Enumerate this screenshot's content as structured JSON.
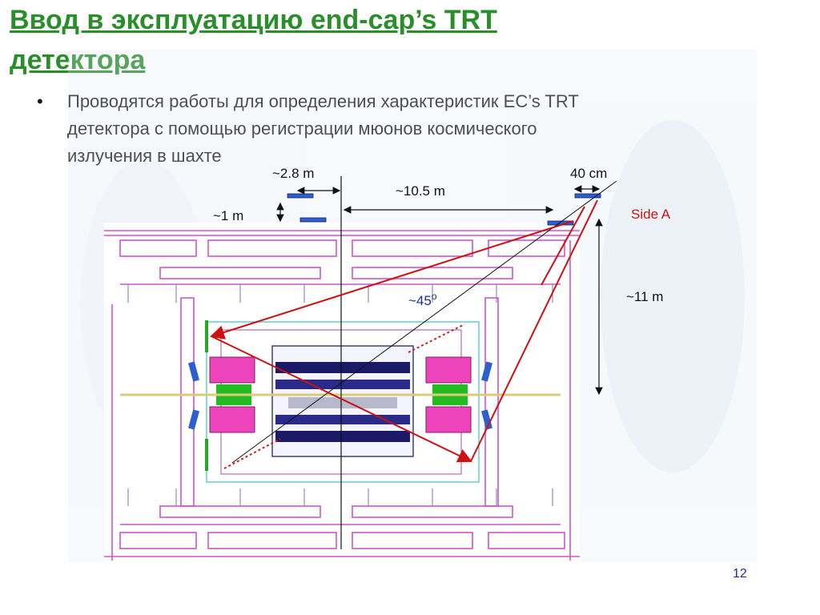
{
  "slide": {
    "title_line1": "Ввод в эксплуатацию end-cap’s TRT",
    "title_line2": "детектора",
    "bullet_marker": "•",
    "bullet_line1": "Проводятся работы для определения характеристик EC’s TRT",
    "bullet_line2": "детектора с помощью регистрации мюонов космического",
    "bullet_line3": "излучения в шахте",
    "page_number": "12"
  },
  "diagram": {
    "label_2_8m": "~2.8 m",
    "label_1m": "~1 m",
    "label_10_5m": "~10.5 m",
    "label_40cm": "40 cm",
    "label_side_a": "Side A",
    "label_11m": "~11 m",
    "label_angle": "~45",
    "label_angle_sup": "o",
    "colors": {
      "title": "#2a8f2a",
      "structure": "#cc55cc",
      "track": "#cc1111",
      "scintillator": "#2e5fd0",
      "endcap": "#ee44bb",
      "beam": "#22bb22"
    }
  }
}
